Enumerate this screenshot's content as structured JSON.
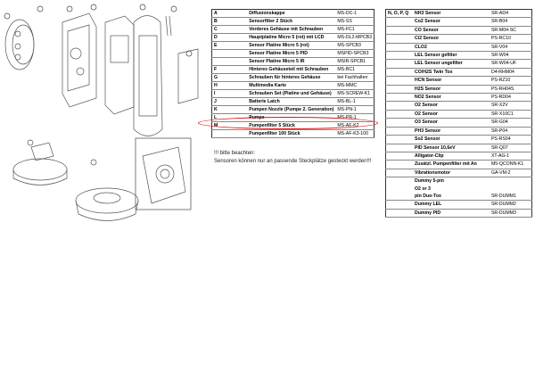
{
  "table1": {
    "rows": [
      {
        "key": "A",
        "name": "Diffusionskappe",
        "part": "MS-DC-1"
      },
      {
        "key": "B",
        "name": "Sensorfilter 2 Stück",
        "part": "MS-SS"
      },
      {
        "key": "C",
        "name": "Vorderes Gehäuse  mit  Schrauben",
        "part": "MS-FC1"
      },
      {
        "key": "D",
        "name": "Hauptplatine Micro 5 (rot) mit LCD",
        "part": "MS-DL2-MPCB3"
      },
      {
        "key": "E",
        "name": "Sensor Platine Micro 5 (rot)",
        "part": "MS-SPCB3"
      },
      {
        "key": "",
        "name": "Sensor Platine Micro 5 PID",
        "part": "MSPID-SPCB3"
      },
      {
        "key": "",
        "name": "Sensor Platine Micro 5 IR",
        "part": "MSIR-SPCB1"
      },
      {
        "key": "F",
        "name": "Hinteres Gehäuseteil mit Schrauben",
        "part": "MS-BC1"
      },
      {
        "key": "G",
        "name": "Schrauben für hinteres Gehäuse",
        "part": "bei Fachhalten"
      },
      {
        "key": "H",
        "name": "Multimedia Karte",
        "part": "MS-MMC"
      },
      {
        "key": "I",
        "name": "Schrauben Set (Platine und Gehäuse)",
        "part": "MS-SCREW-K1"
      },
      {
        "key": "J",
        "name": "Batterie Latch",
        "part": "MS-BL-1"
      },
      {
        "key": "K",
        "name": "Pumpen Nozzle (Pumpe 2. Generation)",
        "part": "MS-PN-1"
      },
      {
        "key": "L",
        "name": "Pumpe",
        "part": "MS-PR-1"
      },
      {
        "key": "M",
        "name": "Pumpenfilter 5 Stück",
        "part": "MS-AF-K2"
      },
      {
        "key": "",
        "name": "Pumpenfilter 100 Stück",
        "part": "MS-AF-K3-100"
      }
    ]
  },
  "notes": {
    "line1": "!!! bitte beachten:",
    "line2": "Sensoren können nur an passende Steckplätze gesteckt werden!!!"
  },
  "table2": {
    "rows": [
      {
        "key": "N, O, P, Q",
        "name": "NH3 Sensor",
        "part": "SR-AD4"
      },
      {
        "key": "",
        "name": "Co2 Sensor",
        "part": "SR-B04"
      },
      {
        "key": "",
        "name": "CO Sensor",
        "part": "SR-M04-SC"
      },
      {
        "key": "",
        "name": "Cl2 Sensor",
        "part": "PS-RC10"
      },
      {
        "key": "",
        "name": "CLO2",
        "part": "SR-V04"
      },
      {
        "key": "",
        "name": "LEL Sensor gefilter",
        "part": "SR-W04"
      },
      {
        "key": "",
        "name": "LEL Sensor ungefilter",
        "part": "SR-W04-UF"
      },
      {
        "key": "",
        "name": "CO/H2S Twin Tox",
        "part": "D4-RHM04"
      },
      {
        "key": "",
        "name": "HCN Sensor",
        "part": "PS-RZ10"
      },
      {
        "key": "",
        "name": "H2S Sensor",
        "part": "PS-RH04S"
      },
      {
        "key": "",
        "name": "NO2 Sensor",
        "part": "PS-RD04"
      },
      {
        "key": "",
        "name": "O2 Sensor",
        "part": "SR-X2V"
      },
      {
        "key": "",
        "name": "O2 Sensor",
        "part": "SR-X10C1"
      },
      {
        "key": "",
        "name": "O3 Sensor",
        "part": "SR-G04"
      },
      {
        "key": "",
        "name": "PH3 Sensor",
        "part": "SR-P04"
      },
      {
        "key": "",
        "name": "So2 Sensor",
        "part": "PS-RS04"
      },
      {
        "key": "",
        "name": "PID Sensor 10,6eV",
        "part": "SR-Q07"
      },
      {
        "key": "",
        "name": "Alligator-Clip",
        "part": "XT-AG-1"
      },
      {
        "key": "",
        "name": "Zusätzl. Pumpenfilter mit An",
        "part": "M5-QCONN-K1"
      },
      {
        "key": "",
        "name": "Vibrationsmotor",
        "part": "GA-VM-2"
      }
    ],
    "dummy": {
      "line1": "Dummy 5-pin",
      "line2": "O2 or 3",
      "line3": "pin Duo-Tox",
      "part": "SR-DUMM1"
    },
    "tail": [
      {
        "name": "Dummy  LEL",
        "part": "SR-DUMM2"
      },
      {
        "name": "Dummy  PID",
        "part": "SR-DUMM3"
      }
    ]
  },
  "colors": {
    "highlight": "#dd1111"
  }
}
